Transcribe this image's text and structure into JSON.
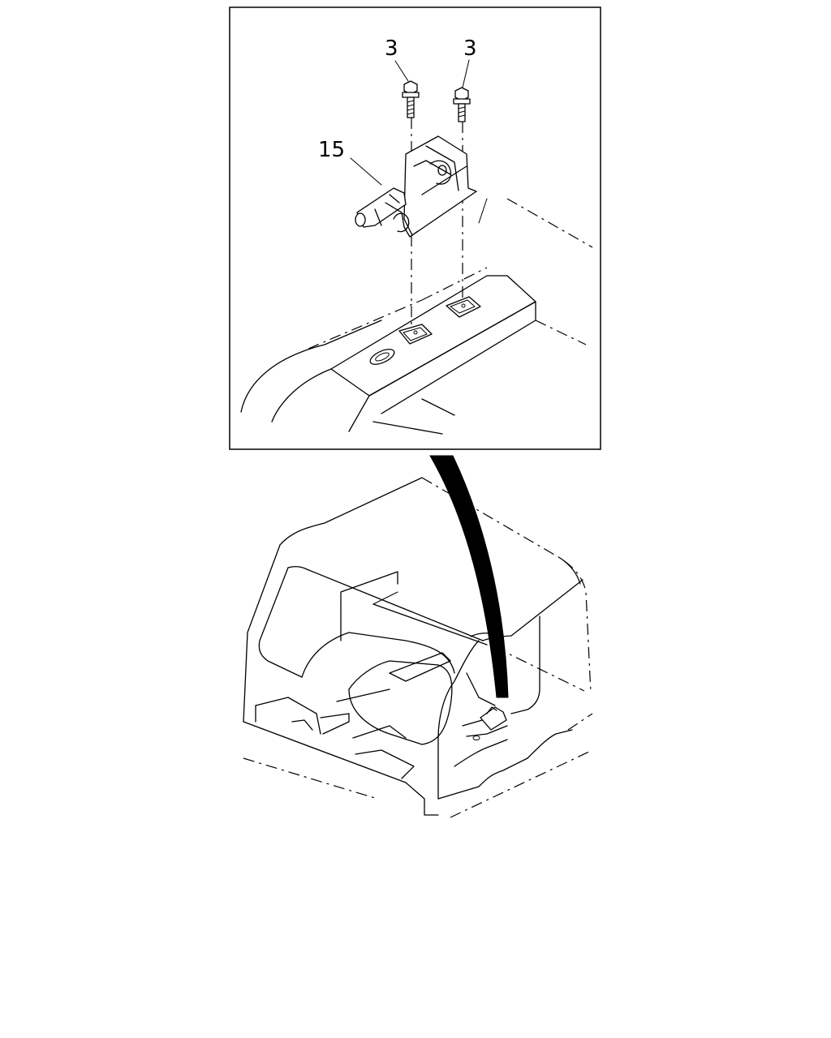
{
  "callouts": {
    "bolt_left": "3",
    "bolt_right": "3",
    "latch": "15"
  }
}
